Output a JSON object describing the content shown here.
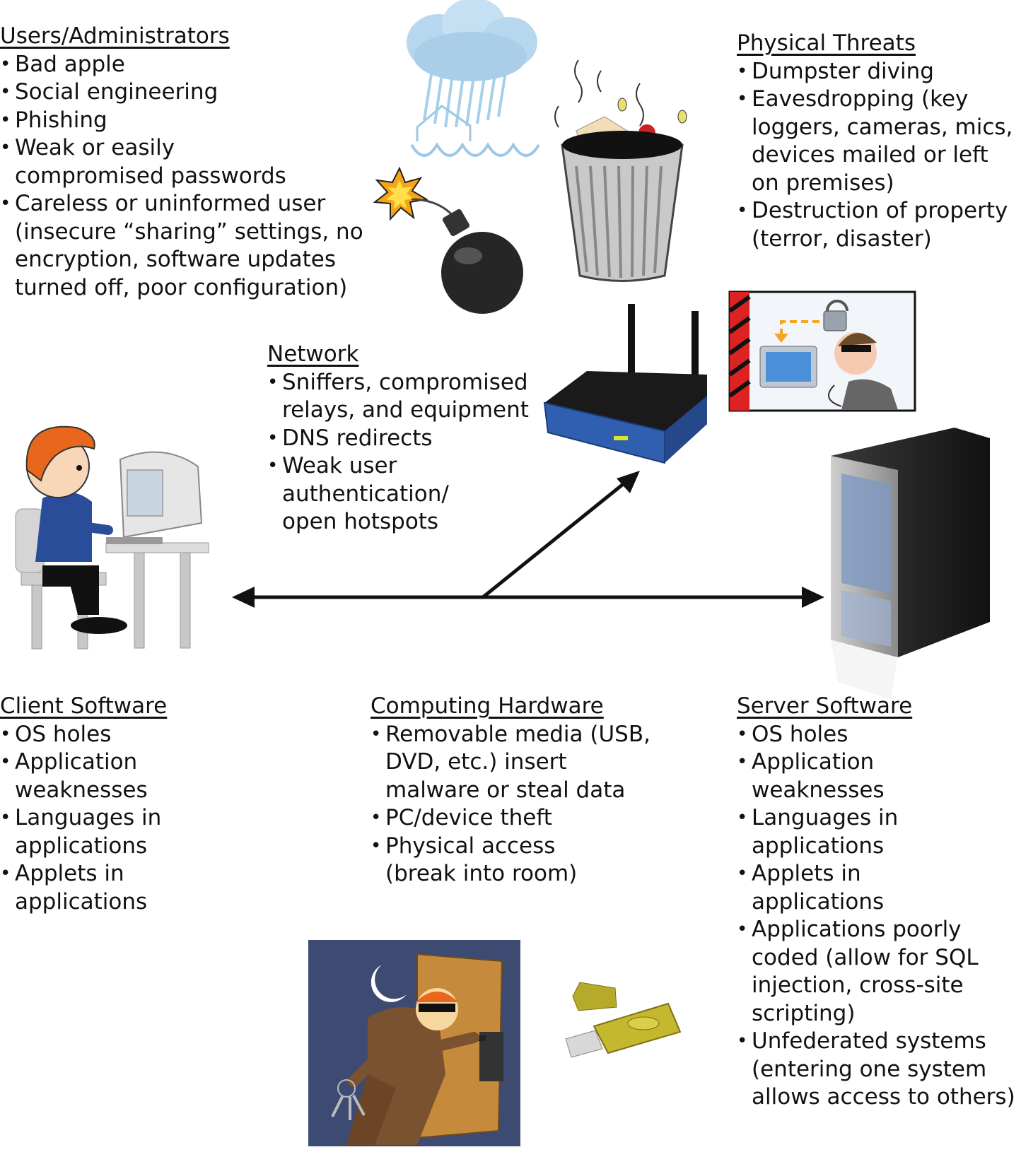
{
  "users_admins": {
    "title": "Users/Administrators",
    "items": [
      "Bad apple",
      "Social engineering",
      "Phishing",
      "Weak or easily compromised passwords",
      "Careless or uninformed user (insecure “sharing” settings, no encryption, software updates turned off, poor configuration)"
    ]
  },
  "physical_threats": {
    "title": "Physical Threats",
    "items": [
      "Dumpster diving",
      "Eavesdropping (key loggers, cameras, mics, devices mailed or left on premises)",
      "Destruction of property (terror, disaster)"
    ]
  },
  "network": {
    "title": "Network",
    "items": [
      "Sniffers, compromised relays, and equipment",
      "DNS redirects",
      "Weak user authentication/ open hotspots"
    ]
  },
  "client_software": {
    "title": "Client Software",
    "items": [
      "OS holes",
      "Application weaknesses",
      "Languages in applications",
      "Applets in applications"
    ]
  },
  "computing_hardware": {
    "title": "Computing Hardware",
    "items": [
      "Removable media (USB, DVD, etc.) insert malware or steal data",
      "PC/device theft",
      "Physical access (break into room)"
    ]
  },
  "server_software": {
    "title": "Server Software",
    "items": [
      "OS holes",
      "Application weaknesses",
      "Languages in applications",
      "Applets in applications",
      "Applications poorly coded (allow for SQL injection, cross-site scripting)",
      "Unfederated systems (entering one system allows access to others)"
    ]
  },
  "icons": {
    "storm": "rain-cloud-icon",
    "bomb": "bomb-icon",
    "trash": "trash-can-icon",
    "router": "wireless-router-icon",
    "spy": "eavesdropper-icon",
    "user": "computer-user-icon",
    "server": "server-tower-icon",
    "burglar": "burglar-icon",
    "usb": "usb-drive-icon"
  },
  "colors": {
    "router_blue": "#2f5fae",
    "burglar_bg": "#3d4a72",
    "door": "#c68a3c",
    "usb": "#b5aa2a",
    "hair": "#e8671c"
  }
}
